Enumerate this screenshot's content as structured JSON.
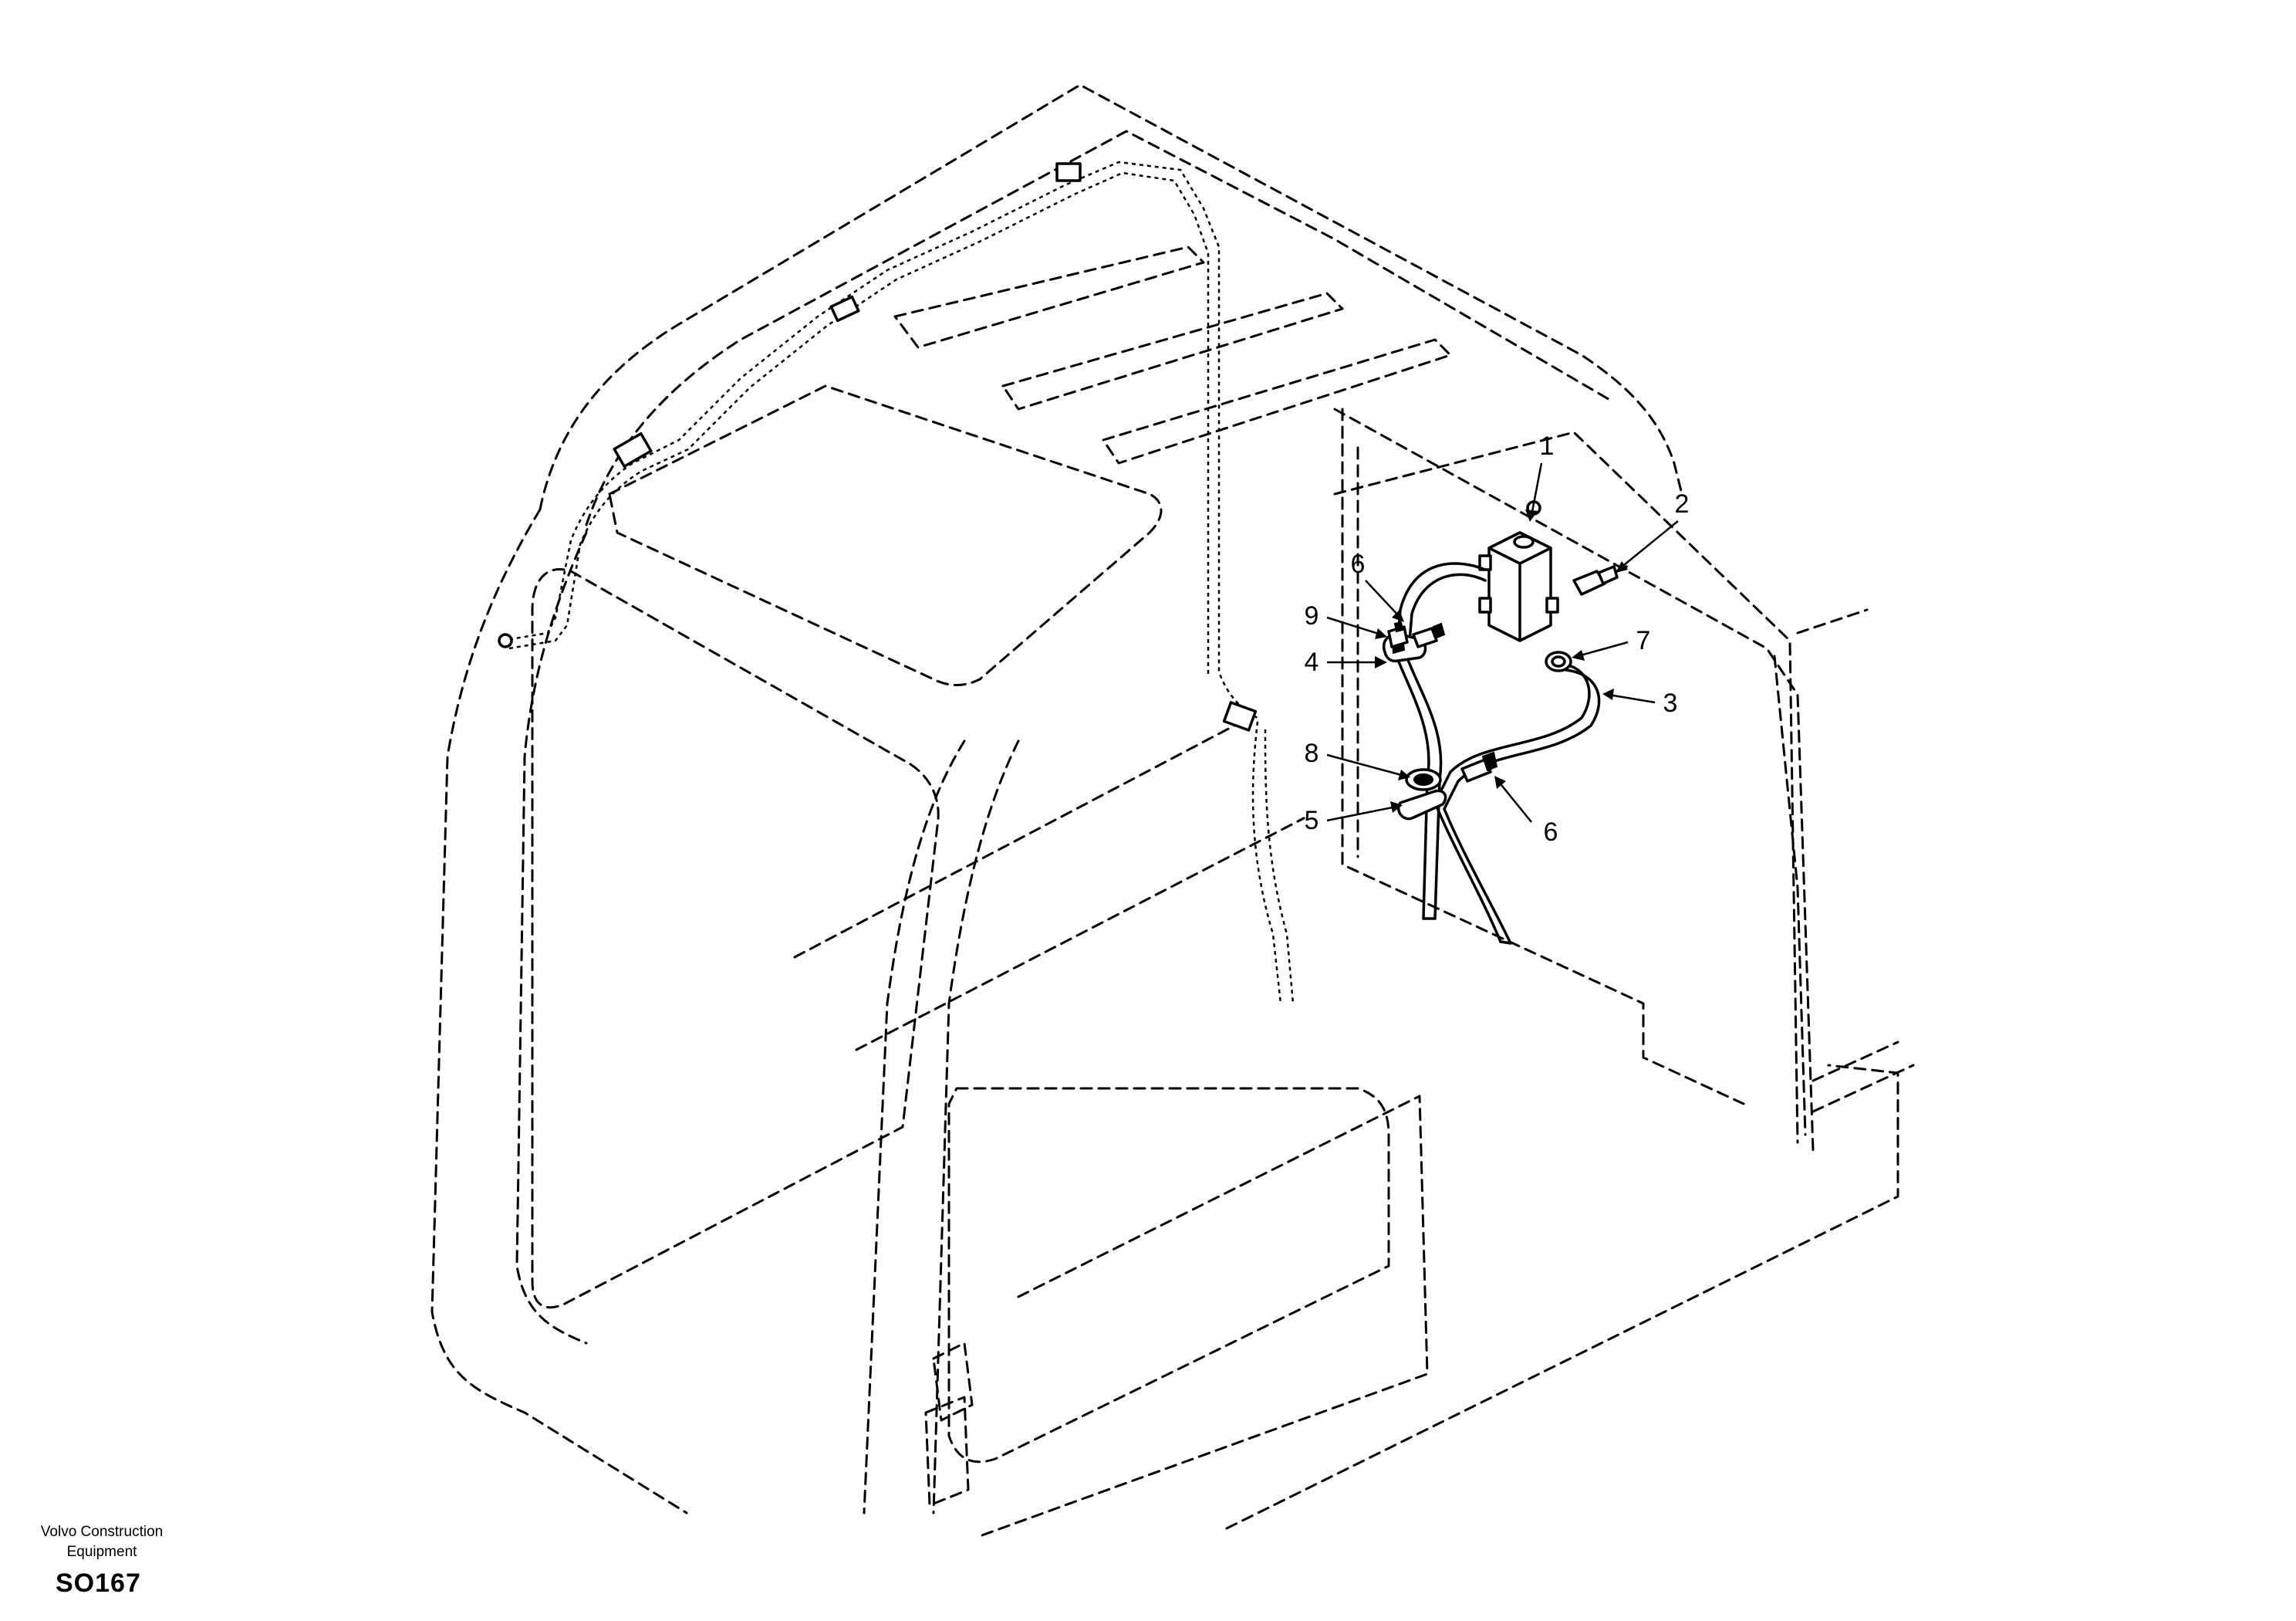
{
  "callouts": [
    {
      "id": "1",
      "label": "1"
    },
    {
      "id": "2",
      "label": "2"
    },
    {
      "id": "3",
      "label": "3"
    },
    {
      "id": "4",
      "label": "4"
    },
    {
      "id": "5",
      "label": "5"
    },
    {
      "id": "6a",
      "label": "6"
    },
    {
      "id": "6b",
      "label": "6"
    },
    {
      "id": "7",
      "label": "7"
    },
    {
      "id": "8",
      "label": "8"
    },
    {
      "id": "9",
      "label": "9"
    }
  ],
  "footer": {
    "manufacturer_line1": "Volvo Construction",
    "manufacturer_line2": "Equipment",
    "drawing_code": "SO167"
  }
}
